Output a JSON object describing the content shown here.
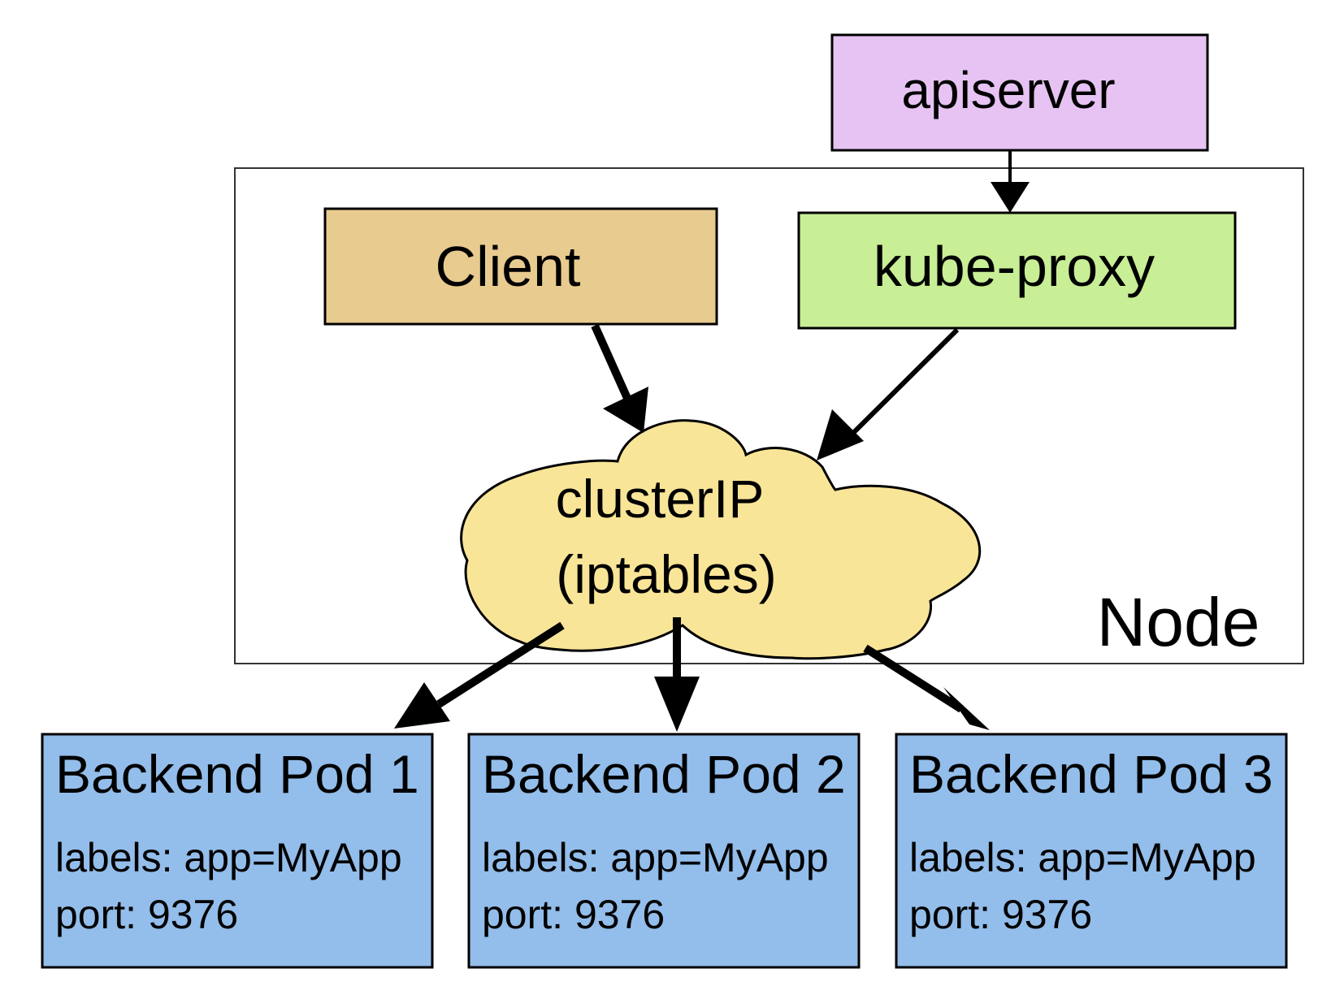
{
  "nodes": {
    "apiserver": {
      "label": "apiserver",
      "color": "#e6c3f3"
    },
    "client": {
      "label": "Client",
      "color": "#e8cb8f"
    },
    "kube_proxy": {
      "label": "kube-proxy",
      "color": "#c8ee96"
    },
    "cluster_ip": {
      "line1": "clusterIP",
      "line2": "(iptables)",
      "color": "#f9e597"
    },
    "node": {
      "label": "Node"
    },
    "pods": [
      {
        "title": "Backend Pod 1",
        "labels": "labels: app=MyApp",
        "port": "port: 9376"
      },
      {
        "title": "Backend Pod 2",
        "labels": "labels: app=MyApp",
        "port": "port: 9376"
      },
      {
        "title": "Backend Pod 3",
        "labels": "labels: app=MyApp",
        "port": "port: 9376"
      }
    ],
    "pod_color": "#93bdea"
  },
  "edges": [
    {
      "from": "apiserver",
      "to": "kube-proxy"
    },
    {
      "from": "Client",
      "to": "clusterIP"
    },
    {
      "from": "kube-proxy",
      "to": "clusterIP"
    },
    {
      "from": "clusterIP",
      "to": "Backend Pod 1"
    },
    {
      "from": "clusterIP",
      "to": "Backend Pod 2"
    },
    {
      "from": "clusterIP",
      "to": "Backend Pod 3"
    }
  ]
}
